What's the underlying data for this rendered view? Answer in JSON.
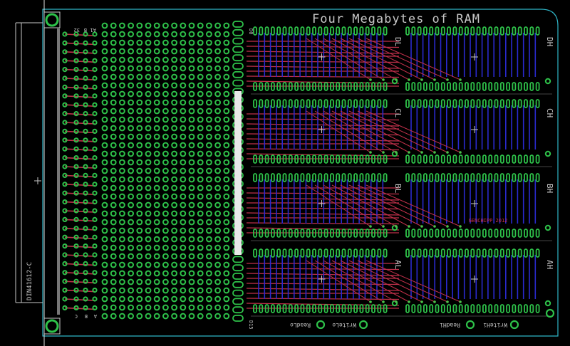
{
  "board": {
    "title": "Four Megabytes of RAM",
    "connector_label": "DIN41612-C",
    "credit_label": "GENCHIPP 2012",
    "colors": {
      "background": "#000000",
      "outline": "#2fb6c8",
      "pad": "#2ec24a",
      "top_trace": "#c0304a",
      "bottom_trace": "#2a2ad0",
      "text": "#c8c8c8",
      "via": "#4ac44a"
    }
  },
  "chips": [
    {
      "label": "DL"
    },
    {
      "label": "DH"
    },
    {
      "label": "CL"
    },
    {
      "label": "CH"
    },
    {
      "label": "BL"
    },
    {
      "label": "BH"
    },
    {
      "label": "AL"
    },
    {
      "label": "AH"
    }
  ],
  "bottom_pads": [
    "ReadLo",
    "WriteLo",
    "ReadHi",
    "WriteHi"
  ],
  "header_labels": {
    "top": "D0",
    "bottom": "D15"
  },
  "connector_top_labels": [
    "32",
    "B",
    "A1"
  ],
  "connector_bottom_labels": [
    "C",
    "B",
    "A"
  ]
}
